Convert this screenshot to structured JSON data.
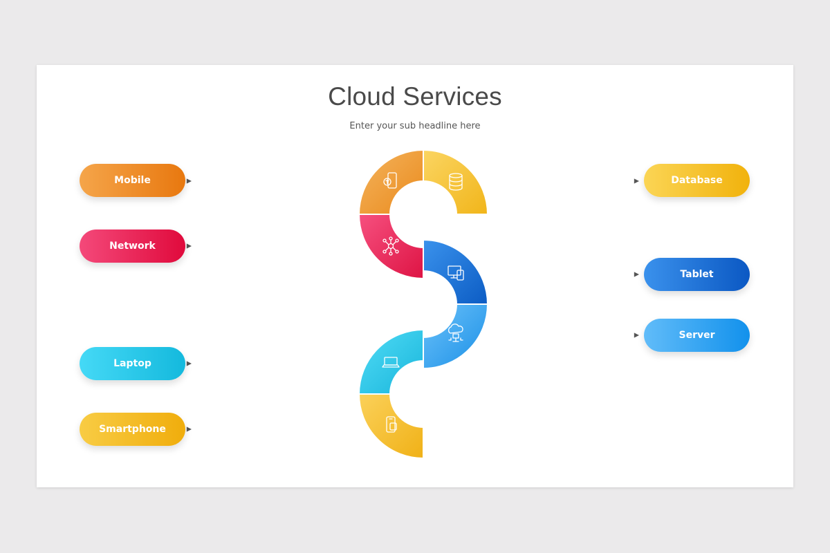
{
  "slide": {
    "title": "Cloud Services",
    "subtitle": "Enter your sub headline here"
  },
  "items": [
    {
      "label": "Mobile",
      "side": "left",
      "icon": "mobile-money-icon",
      "colors": [
        "#f5a54a",
        "#e8780f"
      ]
    },
    {
      "label": "Network",
      "side": "left",
      "icon": "network-icon",
      "colors": [
        "#f4497a",
        "#e00a3c"
      ]
    },
    {
      "label": "Laptop",
      "side": "left",
      "icon": "laptop-icon",
      "colors": [
        "#45d9f6",
        "#14b9dd"
      ]
    },
    {
      "label": "Smartphone",
      "side": "left",
      "icon": "smartphone-icon",
      "colors": [
        "#f8cc44",
        "#f0ad0c"
      ]
    },
    {
      "label": "Database",
      "side": "right",
      "icon": "database-icon",
      "colors": [
        "#fbd555",
        "#f1b20c"
      ]
    },
    {
      "label": "Tablet",
      "side": "right",
      "icon": "devices-icon",
      "colors": [
        "#3a91ec",
        "#0b58c3"
      ]
    },
    {
      "label": "Server",
      "side": "right",
      "icon": "cloud-server-icon",
      "colors": [
        "#61bcf9",
        "#1291ec"
      ]
    }
  ]
}
